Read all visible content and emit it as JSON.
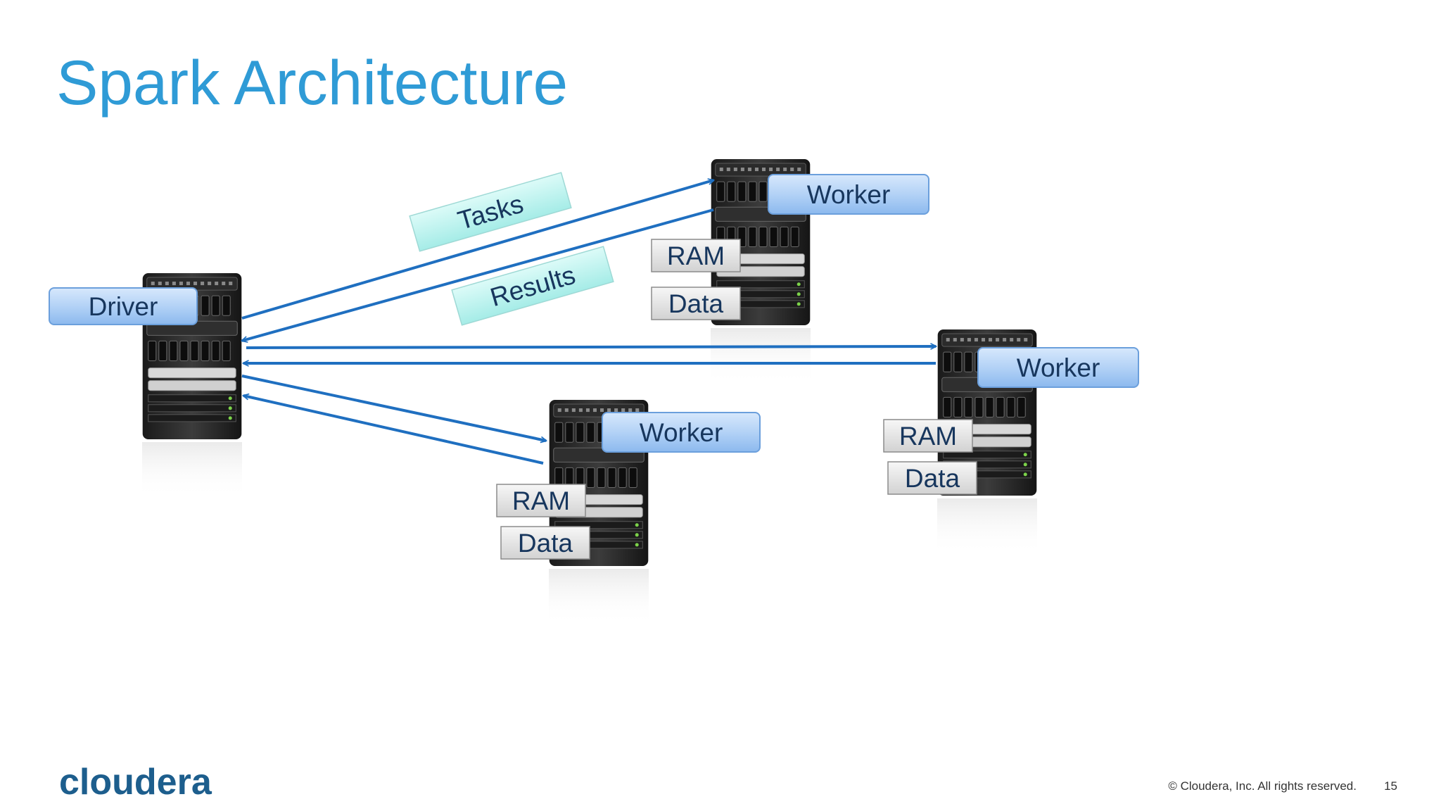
{
  "slide": {
    "title": "Spark Architecture",
    "copyright": "© Cloudera, Inc. All rights reserved.",
    "page_number": "15",
    "logo_text": "cloudera"
  },
  "colors": {
    "title": "#2f9bd6",
    "arrow": "#1f6fc0",
    "node_label_fill": "#b3d2f6",
    "edge_label_fill": "#b8f0ec",
    "chip_fill": "#e8e8e8",
    "logo": "#1d5e8d"
  },
  "nodes": {
    "driver": {
      "label": "Driver"
    },
    "worker_top": {
      "label": "Worker",
      "ram": "RAM",
      "data": "Data"
    },
    "worker_right": {
      "label": "Worker",
      "ram": "RAM",
      "data": "Data"
    },
    "worker_bottom": {
      "label": "Worker",
      "ram": "RAM",
      "data": "Data"
    }
  },
  "edge_labels": {
    "tasks": "Tasks",
    "results": "Results"
  },
  "icons": [
    "server-icon",
    "arrow-icon",
    "cloudera-logo"
  ]
}
